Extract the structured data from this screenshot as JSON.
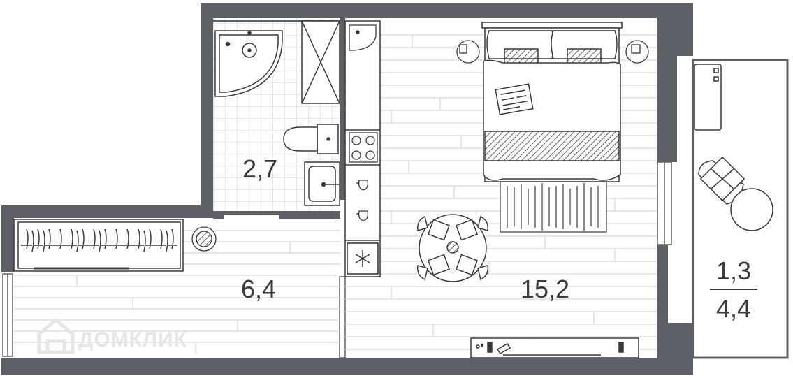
{
  "rooms": {
    "bathroom": {
      "area": "2,7"
    },
    "hall": {
      "area": "6,4"
    },
    "living": {
      "area": "15,2"
    },
    "balcony": {
      "area_top": "1,3",
      "area_bottom": "4,4"
    }
  },
  "watermark": {
    "text": "ДОМКЛИК"
  },
  "colors": {
    "wall": "#5f6066",
    "floor_line": "#c8c8c8",
    "furniture_stroke": "#3a3a3a",
    "text": "#3a3a3a",
    "watermark": "#e6e6e6"
  },
  "icons": [
    "sink-icon",
    "toilet-icon",
    "shower-icon",
    "stove-icon",
    "fridge-icon",
    "bed-icon",
    "dining-table-icon",
    "wardrobe-icon",
    "plant-icon",
    "tv-stand-icon",
    "armchair-icon",
    "house-logo-icon"
  ]
}
